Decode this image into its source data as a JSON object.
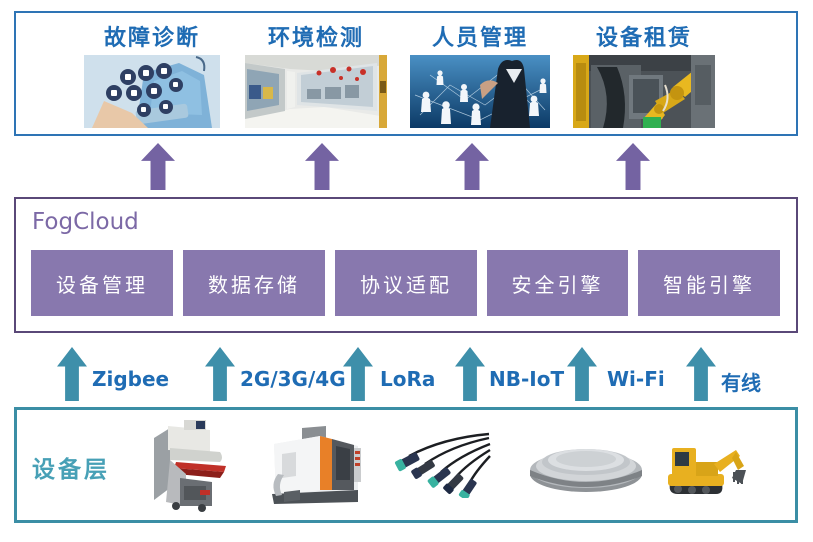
{
  "diagram_title": "IoT FogCloud architecture diagram",
  "palette": {
    "app_border_blue": "#2E74B5",
    "label_blue": "#1F6CB4",
    "arrow_purple": "#7463A2",
    "fog_border_purple": "#5A4878",
    "fog_title_purple": "#7C69A6",
    "fog_module_purple": "#8878AE",
    "arrow_teal": "#3E8FAA",
    "device_border_teal": "#3B8EA5",
    "device_label_teal": "#47A0B6"
  },
  "application_layer": {
    "items": [
      {
        "label": "故障诊断",
        "image": "doctor-with-medical-app-icons"
      },
      {
        "label": "环境检测",
        "image": "laboratory-corridor"
      },
      {
        "label": "人员管理",
        "image": "businessman-people-network"
      },
      {
        "label": "设备租赁",
        "image": "industrial-robot-arm"
      }
    ]
  },
  "fog_cloud": {
    "title": "FogCloud",
    "modules": [
      {
        "label": "设备管理"
      },
      {
        "label": "数据存储"
      },
      {
        "label": "协议适配"
      },
      {
        "label": "安全引擎"
      },
      {
        "label": "智能引擎"
      }
    ]
  },
  "protocols": [
    {
      "label": "Zigbee"
    },
    {
      "label": "2G/3G/4G"
    },
    {
      "label": "LoRa"
    },
    {
      "label": "NB-IoT"
    },
    {
      "label": "Wi-Fi"
    },
    {
      "label": "有线"
    }
  ],
  "device_layer": {
    "label": "设备层",
    "devices": [
      {
        "image": "milling-machine"
      },
      {
        "image": "cnc-machining-center"
      },
      {
        "image": "proximity-sensor-cables"
      },
      {
        "image": "metal-disc-component"
      },
      {
        "image": "excavator"
      }
    ]
  }
}
